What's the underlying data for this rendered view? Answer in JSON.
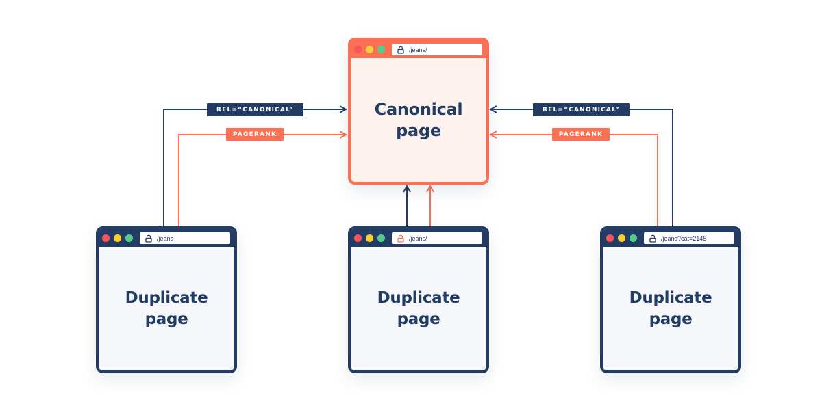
{
  "colors": {
    "navy": "#223c63",
    "coral": "#fb6f53",
    "window_fill": "#f6f7fa",
    "canonical_fill": "#fdf2ee",
    "dot_red": "#f3565d",
    "dot_yellow": "#f5ce3e",
    "dot_green": "#57cb8c"
  },
  "canonical": {
    "url": "/jeans/",
    "title_line1": "Canonical",
    "title_line2": "page",
    "lock_icon": "lock-icon"
  },
  "duplicates": [
    {
      "url": "/jeans",
      "title_line1": "Duplicate",
      "title_line2": "page",
      "lock_icon": "lock-icon"
    },
    {
      "url": "/jeans/",
      "title_line1": "Duplicate",
      "title_line2": "page",
      "lock_icon": "lock-icon"
    },
    {
      "url": "/jeans?cat=2145",
      "title_line1": "Duplicate",
      "title_line2": "page",
      "lock_icon": "lock-icon"
    }
  ],
  "labels": {
    "rel_left": "REL=“CANONICAL”",
    "rel_right": "REL=“CANONICAL”",
    "pagerank_left": "PAGERANK",
    "pagerank_right": "PAGERANK"
  }
}
